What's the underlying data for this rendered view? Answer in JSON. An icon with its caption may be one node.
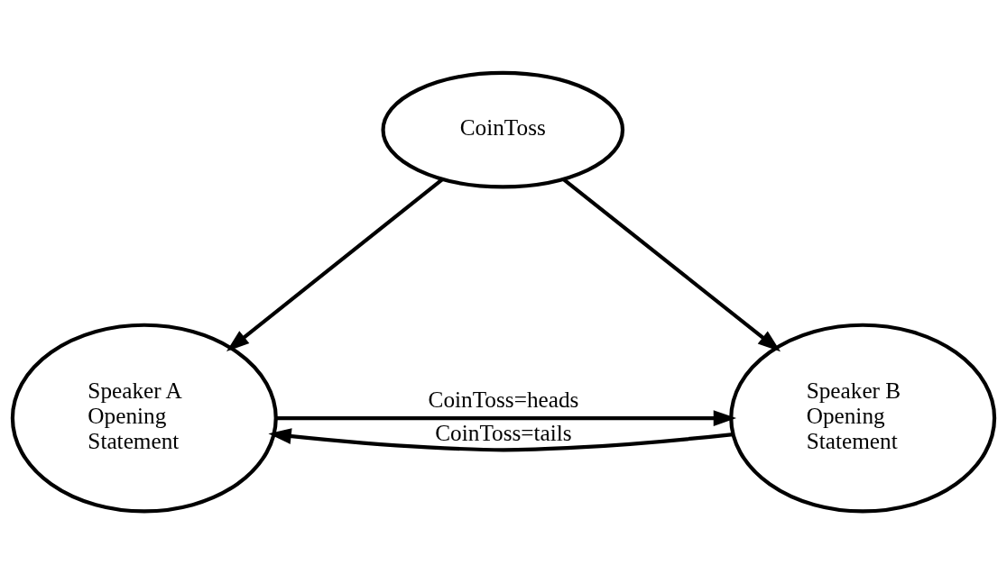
{
  "diagram": {
    "nodes": [
      {
        "text": [
          "CoinToss"
        ]
      },
      {
        "text": [
          "Speaker A Opening Statement"
        ]
      },
      {
        "text": [
          "Speaker B Opening Statement"
        ]
      }
    ],
    "edges": [
      {
        "from": 0,
        "to": 1,
        "arrow": "to"
      },
      {
        "from": 0,
        "to": 2,
        "arrow": "to"
      },
      {
        "from": 1,
        "to": 2,
        "arrow": "to",
        "label": "CoinToss=heads"
      },
      {
        "from": 2,
        "to": 1,
        "arrow": "to",
        "label": "CoinToss=tails"
      }
    ]
  }
}
